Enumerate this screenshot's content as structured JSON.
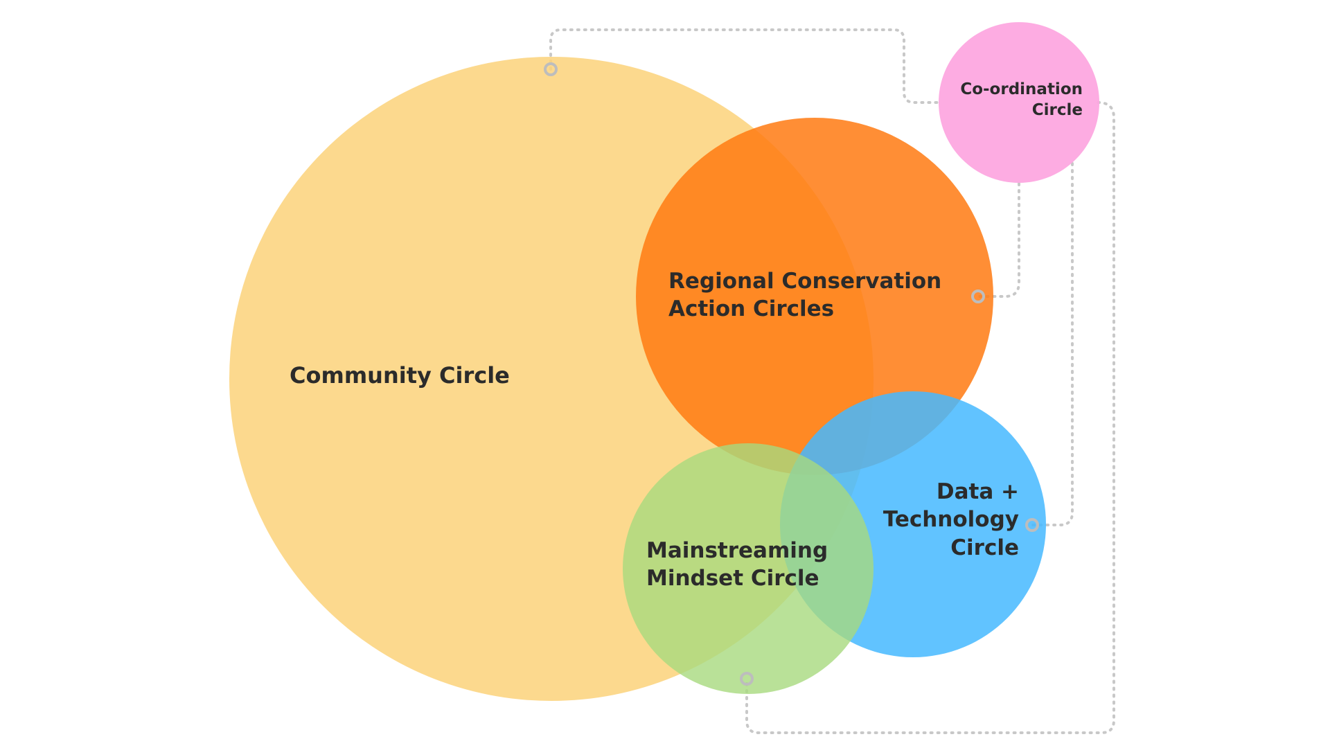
{
  "diagram": {
    "circles": [
      {
        "id": "community",
        "lines": [
          "Community Circle"
        ],
        "color": "#FCD27A"
      },
      {
        "id": "regional",
        "lines": [
          "Regional Conservation",
          "Action Circles"
        ],
        "color": "#FF7A12"
      },
      {
        "id": "mainstreaming",
        "lines": [
          "Mainstreaming",
          "Mindset Circle"
        ],
        "color": "#A8D97E"
      },
      {
        "id": "data",
        "lines": [
          "Data +",
          "Technology",
          "Circle"
        ],
        "color": "#45B9FF"
      },
      {
        "id": "coordination",
        "lines": [
          "Co-ordination",
          "Circle"
        ],
        "color": "#FDA8E0"
      }
    ],
    "connector_color": "#C8C8C8"
  }
}
